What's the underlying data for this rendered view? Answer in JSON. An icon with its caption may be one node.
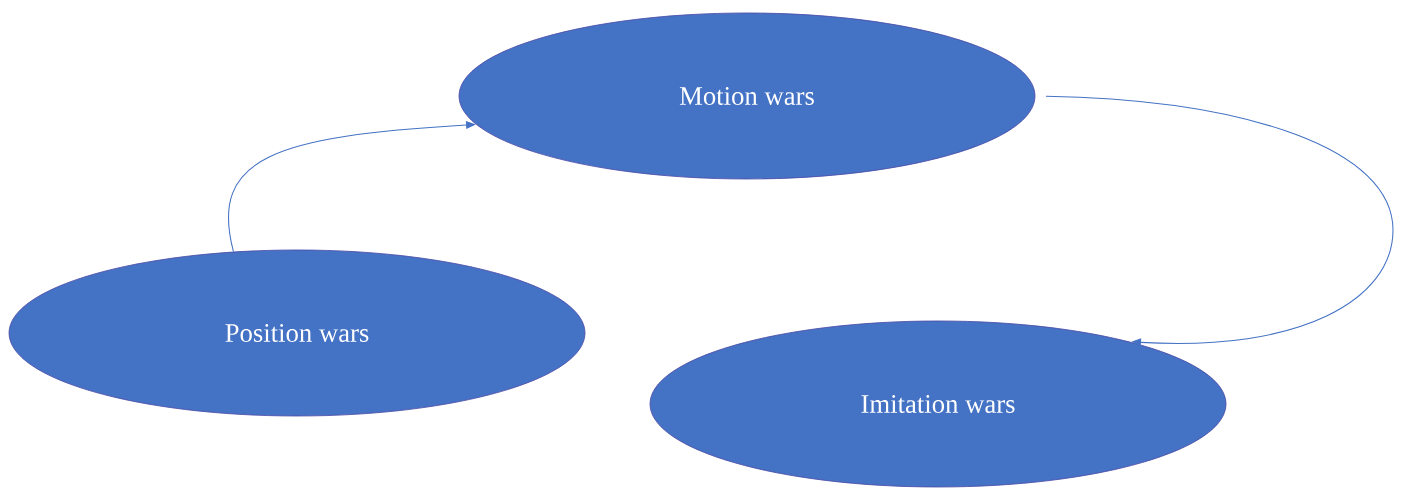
{
  "diagram": {
    "nodes": [
      {
        "text": [
          "Motion wars"
        ]
      },
      {
        "text": [
          "Position wars"
        ]
      },
      {
        "text": [
          "Imitation wars"
        ]
      }
    ],
    "edges": [
      {
        "from": 1,
        "to": 0,
        "arrow": "to"
      },
      {
        "from": 0,
        "to": 2,
        "arrow": "to"
      }
    ]
  }
}
